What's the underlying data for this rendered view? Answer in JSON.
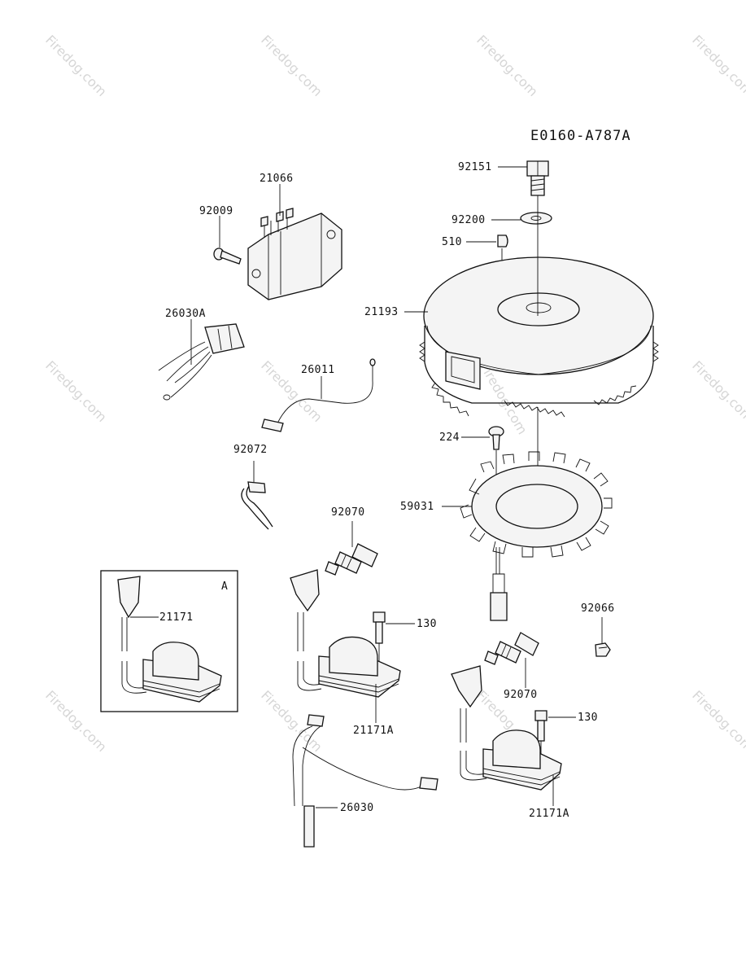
{
  "diagram_id": "E0160-A787A",
  "watermark": "Firedog.com",
  "inset_label": "A",
  "parts": {
    "bolt_top": "92151",
    "washer": "92200",
    "key": "510",
    "flywheel": "21193",
    "regulator": "21066",
    "regulator_bolt": "92009",
    "connector_harness": "26030A",
    "lead_wire": "26011",
    "clamp": "92072",
    "screw_224": "224",
    "stator": "59031",
    "spark_plug_left": "92070",
    "coil_inset": "21171",
    "bolt_130_left": "130",
    "coil_left": "21171A",
    "nut": "92066",
    "spark_plug_right": "92070",
    "bolt_130_right": "130",
    "coil_right": "21171A",
    "harness_bottom": "26030"
  }
}
